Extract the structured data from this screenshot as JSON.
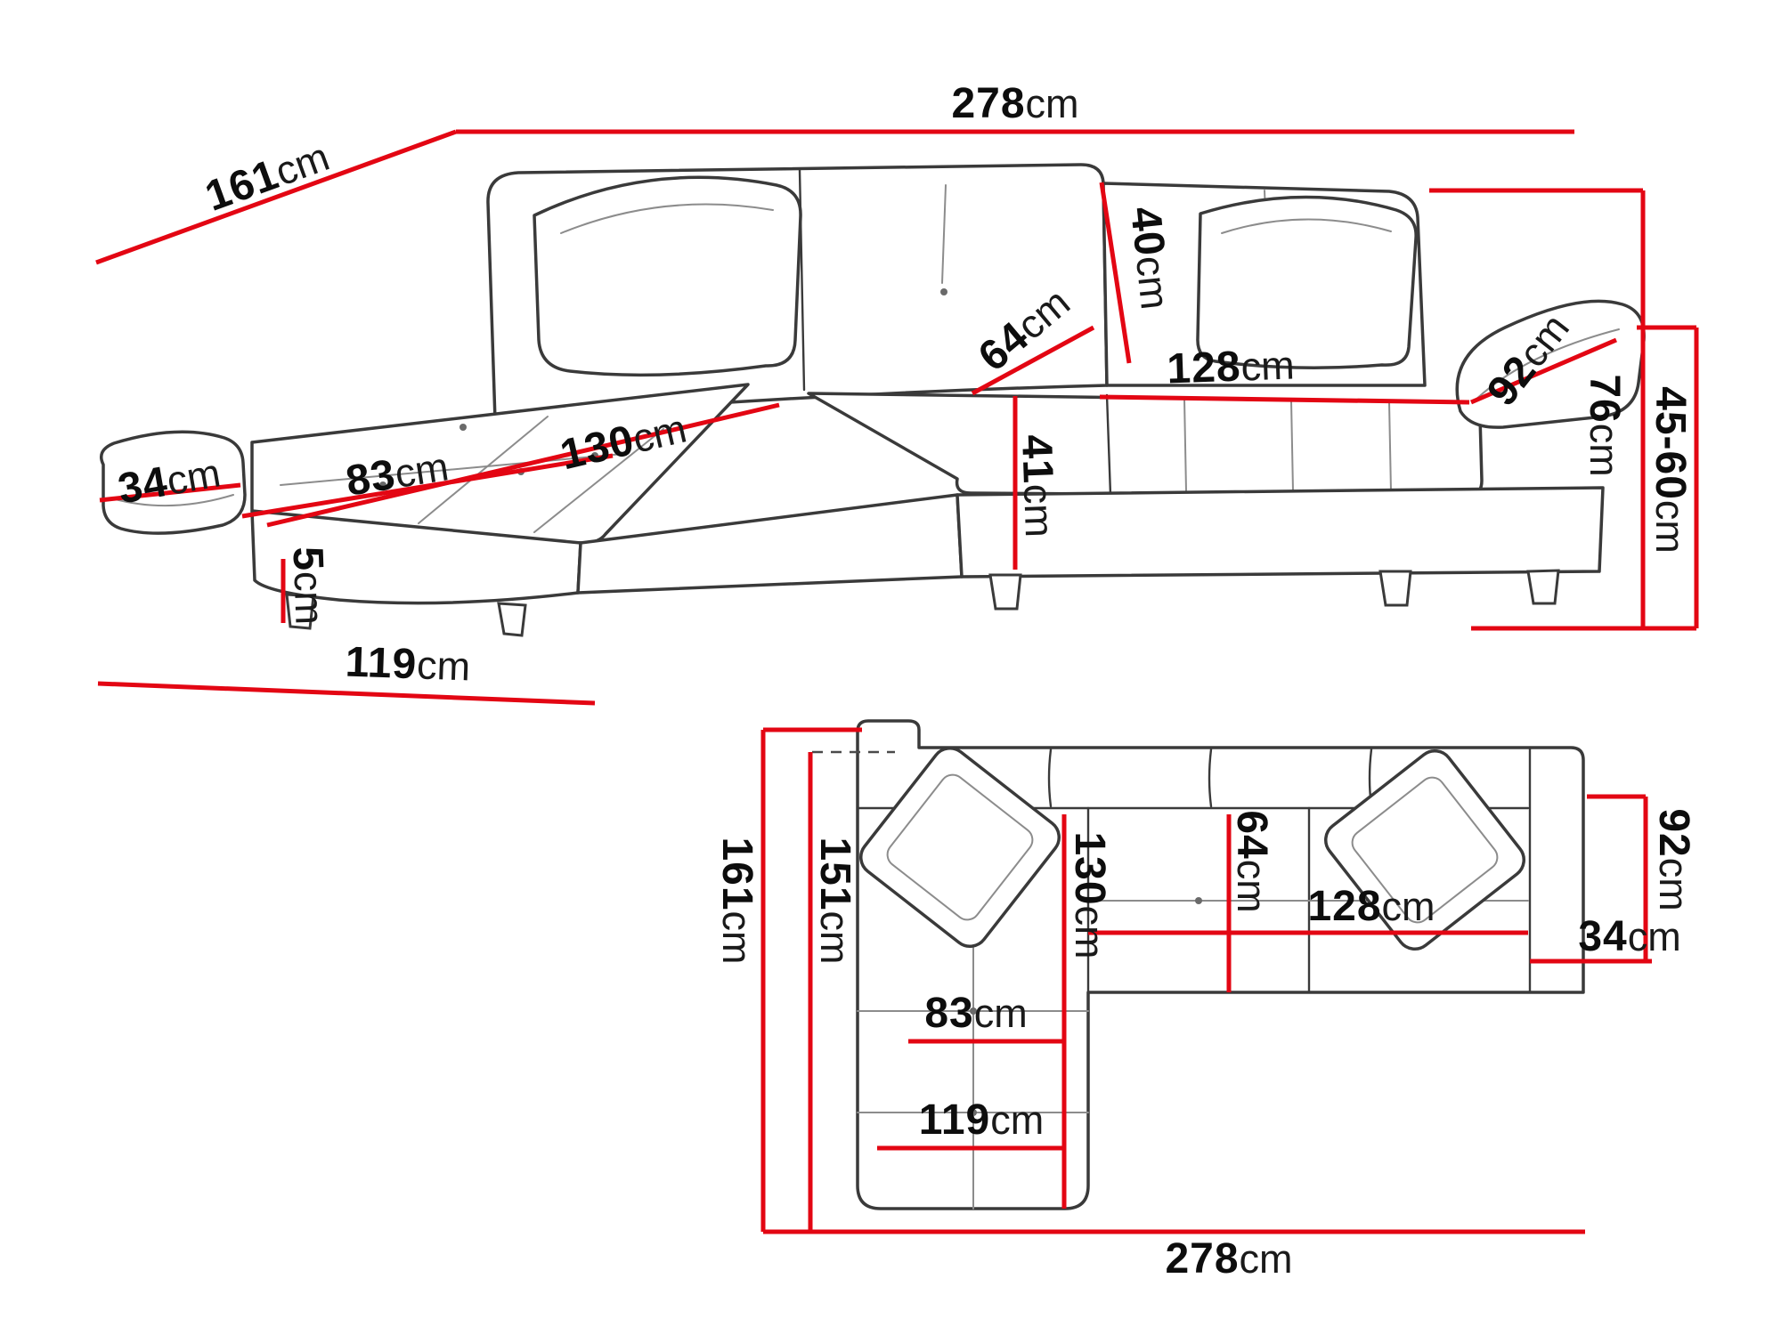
{
  "colors": {
    "dimension_red": "#e30613",
    "outline_dark": "#3a3a3a",
    "detail_gray": "#8c8c8c",
    "background": "#ffffff"
  },
  "perspective": {
    "total_width": {
      "num": "278",
      "unit": "cm"
    },
    "total_depth": {
      "num": "161",
      "unit": "cm"
    },
    "armrest_left_width": {
      "num": "34",
      "unit": "cm"
    },
    "chaise_seat_width": {
      "num": "83",
      "unit": "cm"
    },
    "chaise_seat_length": {
      "num": "130",
      "unit": "cm"
    },
    "backrest_height": {
      "num": "40",
      "unit": "cm"
    },
    "seat_depth": {
      "num": "64",
      "unit": "cm"
    },
    "seat_length": {
      "num": "128",
      "unit": "cm"
    },
    "armrest_right_length": {
      "num": "92",
      "unit": "cm"
    },
    "total_height": {
      "num": "76",
      "unit": "cm"
    },
    "seat_height_range": {
      "num": "45-60",
      "unit": "cm"
    },
    "seat_height": {
      "num": "41",
      "unit": "cm"
    },
    "leg_height": {
      "num": "5",
      "unit": "cm"
    },
    "chaise_total_length": {
      "num": "119",
      "unit": "cm"
    }
  },
  "plan": {
    "total_depth": {
      "num": "161",
      "unit": "cm"
    },
    "inner_depth": {
      "num": "151",
      "unit": "cm"
    },
    "seat_depth": {
      "num": "64",
      "unit": "cm"
    },
    "chaise_seat_length": {
      "num": "130",
      "unit": "cm"
    },
    "seat_length": {
      "num": "128",
      "unit": "cm"
    },
    "armrest_width": {
      "num": "34",
      "unit": "cm"
    },
    "armrest_depth": {
      "num": "92",
      "unit": "cm"
    },
    "chaise_seat_width": {
      "num": "83",
      "unit": "cm"
    },
    "chaise_total_length": {
      "num": "119",
      "unit": "cm"
    },
    "total_width": {
      "num": "278",
      "unit": "cm"
    }
  }
}
